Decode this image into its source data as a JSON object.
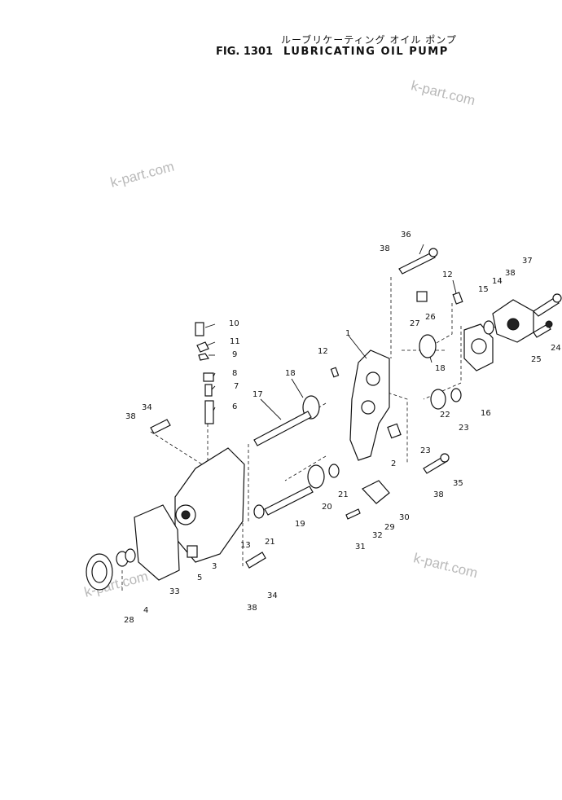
{
  "header": {
    "title_jp": "ルーブリケーティング オイル ポンプ",
    "fig_number": "FIG. 1301",
    "title_en": "LUBRICATING OIL PUMP"
  },
  "watermark": "k-part.com",
  "callouts": [
    "1",
    "2",
    "3",
    "4",
    "5",
    "6",
    "7",
    "8",
    "9",
    "10",
    "11",
    "12",
    "12",
    "13",
    "14",
    "15",
    "16",
    "17",
    "18",
    "18",
    "19",
    "20",
    "21",
    "21",
    "22",
    "23",
    "23",
    "24",
    "25",
    "26",
    "27",
    "28",
    "29",
    "30",
    "31",
    "32",
    "33",
    "34",
    "34",
    "35",
    "36",
    "37",
    "38",
    "38",
    "38",
    "38",
    "38"
  ],
  "colors": {
    "ink": "#111111",
    "watermark": "#b9b9b9",
    "background": "#ffffff"
  }
}
